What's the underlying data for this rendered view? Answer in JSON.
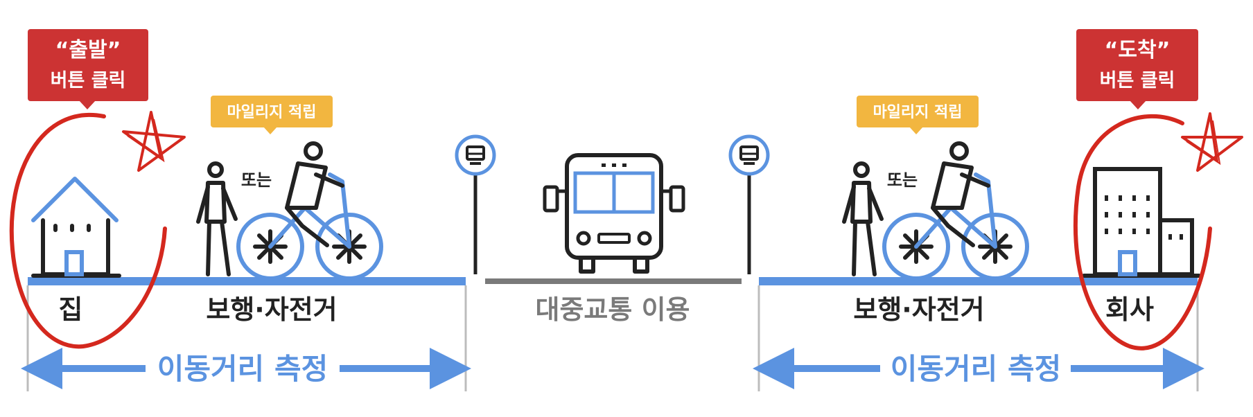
{
  "colors": {
    "callout_red": "#cc3333",
    "tag_orange": "#f2b640",
    "route_blue": "#5b93e0",
    "transit_gray": "#7a7a7a",
    "ink": "#222222",
    "marker_red": "#d4281e"
  },
  "start": {
    "callout_title": "“출발”",
    "callout_sub": "버튼 클릭",
    "place_label": "집",
    "place_icon": "house-icon"
  },
  "end": {
    "callout_title": "“도착”",
    "callout_sub": "버튼 클릭",
    "place_label": "회사",
    "place_icon": "office-building-icon"
  },
  "left_segment": {
    "tag": "마일리지 적립",
    "or_text": "또는",
    "mode_label": "보행·자전거",
    "measure_label": "이동거리 측정"
  },
  "middle_segment": {
    "mode_label": "대중교통 이용",
    "icon": "bus-icon"
  },
  "right_segment": {
    "tag": "마일리지 적립",
    "or_text": "또는",
    "mode_label": "보행·자전거",
    "measure_label": "이동거리 측정"
  }
}
